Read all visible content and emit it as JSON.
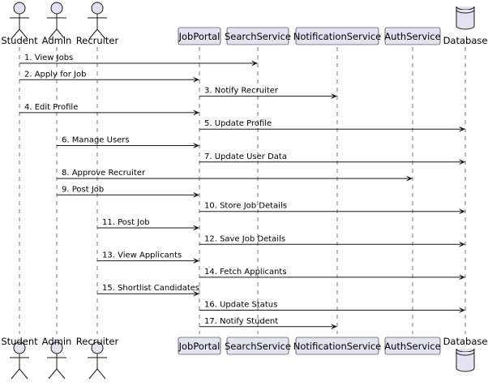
{
  "diagram": {
    "type": "sequence",
    "participants": [
      {
        "id": "student",
        "label": "Student",
        "kind": "actor"
      },
      {
        "id": "admin",
        "label": "Admin",
        "kind": "actor"
      },
      {
        "id": "recruiter",
        "label": "Recruiter",
        "kind": "actor"
      },
      {
        "id": "jobportal",
        "label": "JobPortal",
        "kind": "participant"
      },
      {
        "id": "searchservice",
        "label": "SearchService",
        "kind": "participant"
      },
      {
        "id": "notificationservice",
        "label": "NotificationService",
        "kind": "participant"
      },
      {
        "id": "authservice",
        "label": "AuthService",
        "kind": "participant"
      },
      {
        "id": "database",
        "label": "Database",
        "kind": "database"
      }
    ],
    "messages": [
      {
        "from": "student",
        "to": "searchservice",
        "label": "1. View Jobs"
      },
      {
        "from": "student",
        "to": "jobportal",
        "label": "2. Apply for Job"
      },
      {
        "from": "jobportal",
        "to": "notificationservice",
        "label": "3. Notify Recruiter"
      },
      {
        "from": "student",
        "to": "jobportal",
        "label": "4. Edit Profile"
      },
      {
        "from": "jobportal",
        "to": "database",
        "label": "5. Update Profile"
      },
      {
        "from": "admin",
        "to": "jobportal",
        "label": "6. Manage Users"
      },
      {
        "from": "jobportal",
        "to": "database",
        "label": "7. Update User Data"
      },
      {
        "from": "admin",
        "to": "authservice",
        "label": "8. Approve Recruiter"
      },
      {
        "from": "admin",
        "to": "jobportal",
        "label": "9. Post Job"
      },
      {
        "from": "jobportal",
        "to": "database",
        "label": "10. Store Job Details"
      },
      {
        "from": "recruiter",
        "to": "jobportal",
        "label": "11. Post Job"
      },
      {
        "from": "jobportal",
        "to": "database",
        "label": "12. Save Job Details"
      },
      {
        "from": "recruiter",
        "to": "jobportal",
        "label": "13. View Applicants"
      },
      {
        "from": "jobportal",
        "to": "database",
        "label": "14. Fetch Applicants"
      },
      {
        "from": "recruiter",
        "to": "jobportal",
        "label": "15. Shortlist Candidates"
      },
      {
        "from": "jobportal",
        "to": "database",
        "label": "16. Update Status"
      },
      {
        "from": "jobportal",
        "to": "notificationservice",
        "label": "17. Notify Student"
      }
    ]
  }
}
